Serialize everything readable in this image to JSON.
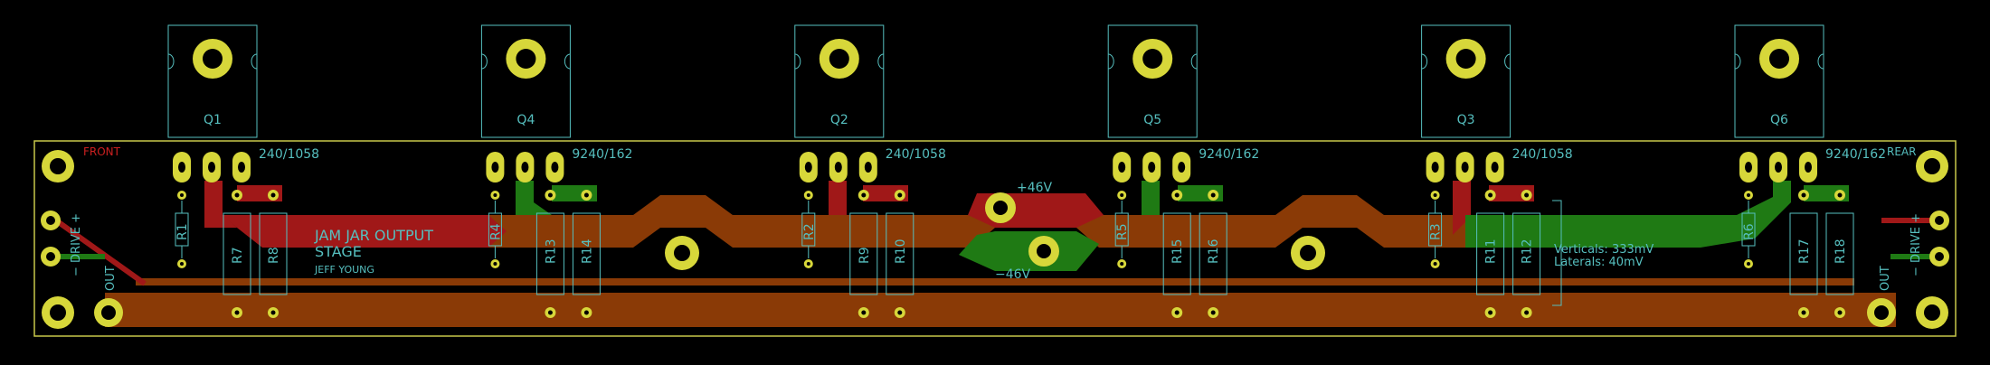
{
  "colors": {
    "background": "#000000",
    "board_outline": "#c8c84a",
    "silkscreen": "#56bfbf",
    "copper_front": "#a01818",
    "copper_back": "#1f7a14",
    "copper_mixed": "#8a3a06",
    "pad": "#d7d73a",
    "pad_hole": "#000000",
    "label_red": "#cc2020"
  },
  "board": {
    "title_line1": "JAM JAR OUTPUT",
    "title_line2": "STAGE",
    "author": "JEFF YOUNG",
    "front_label": "FRONT",
    "rear_label": "REAR"
  },
  "transistors": [
    {
      "ref": "Q1",
      "part": "240/1058"
    },
    {
      "ref": "Q4",
      "part": "9240/162"
    },
    {
      "ref": "Q2",
      "part": "240/1058"
    },
    {
      "ref": "Q5",
      "part": "9240/162"
    },
    {
      "ref": "Q3",
      "part": "240/1058"
    },
    {
      "ref": "Q6",
      "part": "9240/162"
    }
  ],
  "resistors_small": [
    "R1",
    "R4",
    "R2",
    "R5",
    "R3",
    "R6"
  ],
  "resistors_large": [
    "R7",
    "R8",
    "R13",
    "R14",
    "R9",
    "R10",
    "R15",
    "R16",
    "R11",
    "R12",
    "R17",
    "R18"
  ],
  "rails": {
    "positive": "+46V",
    "negative": "−46V"
  },
  "connectors": {
    "left_drive": "− DRIVE +",
    "left_out": "OUT",
    "right_drive": "− DRIVE +",
    "right_out": "OUT"
  },
  "notes": {
    "verticals": "Verticals: 333mV",
    "laterals": "Laterals:  40mV"
  }
}
